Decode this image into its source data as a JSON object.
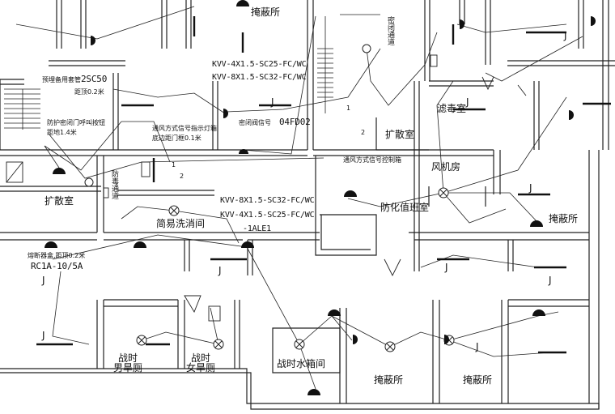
{
  "rooms": {
    "shelter_top": "掩蔽所",
    "shelter_right": "掩蔽所",
    "shelter_bottom_left": "掩蔽所",
    "shelter_bottom_right": "掩蔽所",
    "filter_room": "滤毒室",
    "expansion_room_top": "扩散室",
    "expansion_room_left": "扩散室",
    "fan_room": "风机房",
    "duty_room": "防化值班室",
    "decon_room": "简易洗消间",
    "water_tank_room": "战时水箱间",
    "male_toilet": "战时\n男旱厕",
    "female_toilet": "战时\n女旱厕",
    "airtight_passage": "密闭通道",
    "decon_passage": "防毒通道"
  },
  "annotations": {
    "cable_1": "KVV-4X1.5-SC25-FC/WC",
    "cable_2": "KVV-8X1.5-SC32-FC/WC",
    "cable_3": "KVV-8X1.5-SC32-FC/WC",
    "cable_4": "KVV-4X1.5-SC25-FC/WC",
    "conduit": "2SC50",
    "equip_code": "04FD02",
    "panel_code": "-1ALE1",
    "breaker": "RC1A-10/5A",
    "pre_buried": "预埋备用套管",
    "height_1": "距顶0.2米",
    "call_button": "防护密闭门呼叫按钮",
    "height_2": "距地1.4米",
    "signal_lamp": "通风方式信号指示灯箱",
    "signal_lamp_height": "底边距门框0.1米",
    "airtight_valve": "密闭阀信号",
    "vent_control": "通风方式信号控制箱",
    "fuse": "熔断器盒,距顶0.2米",
    "n1": "1",
    "n2": "2",
    "n3": "1",
    "n4": "2",
    "j_marks": [
      "J",
      "J",
      "J",
      "J",
      "J",
      "J",
      "J",
      "J",
      "J",
      "J"
    ]
  }
}
